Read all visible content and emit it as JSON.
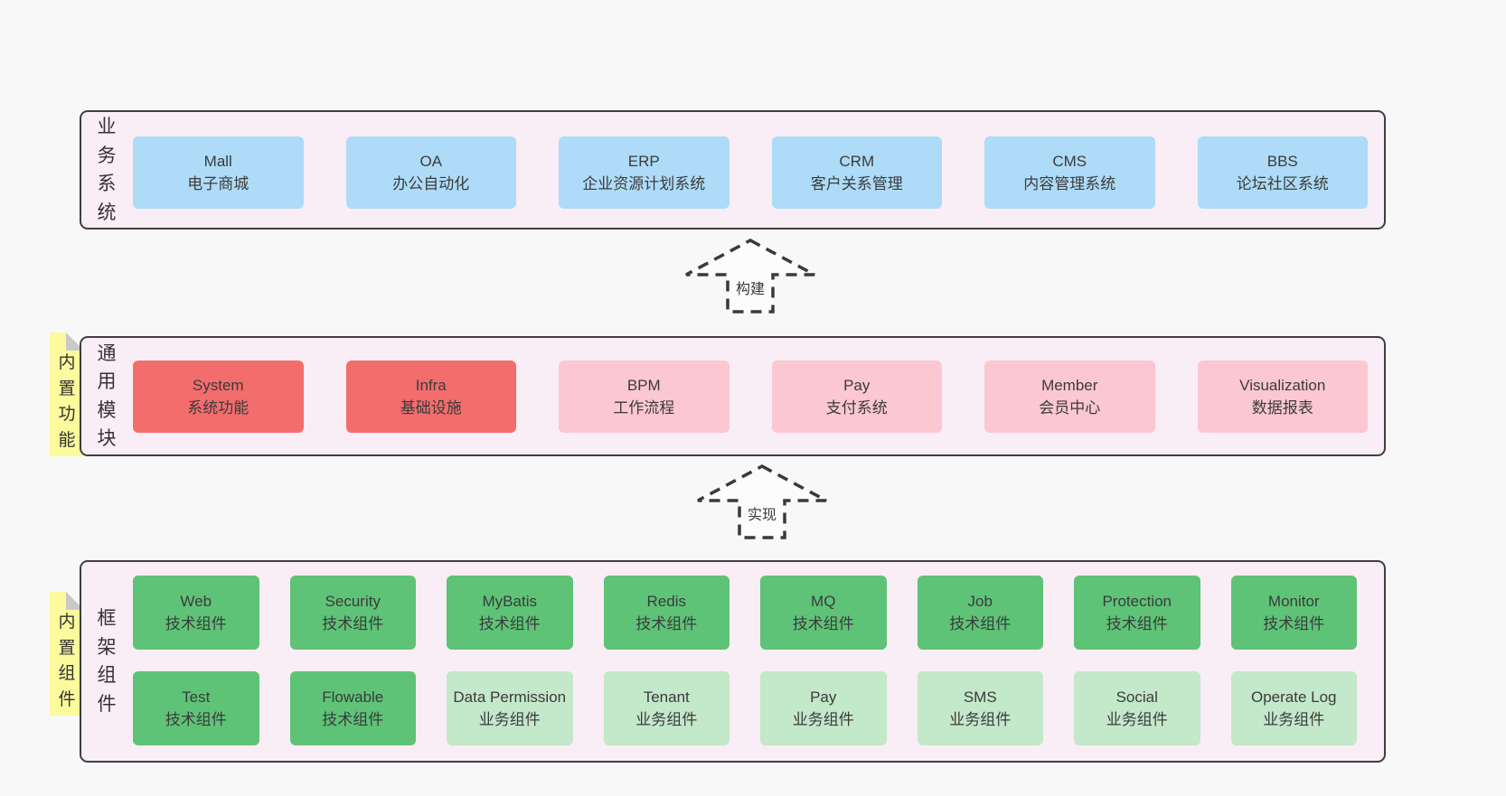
{
  "colors": {
    "page-bg": "#f8f8f8",
    "panel-bg": "#f9edf6",
    "panel-border": "#3f3f3f",
    "blue": "#aedbf7",
    "red": "#f36d6d",
    "pink": "#fbc7d1",
    "green": "#5ec377",
    "lightgreen": "#c3e8ca",
    "note-bg": "#fbfa9d",
    "note-fold": "#c9c9c9",
    "text": "#3b3b3b"
  },
  "layers": [
    {
      "label": "业务系统",
      "boxes": [
        {
          "en": "Mall",
          "zh": "电子商城"
        },
        {
          "en": "OA",
          "zh": "办公自动化"
        },
        {
          "en": "ERP",
          "zh": "企业资源计划系统"
        },
        {
          "en": "CRM",
          "zh": "客户关系管理"
        },
        {
          "en": "CMS",
          "zh": "内容管理系统"
        },
        {
          "en": "BBS",
          "zh": "论坛社区系统"
        }
      ]
    },
    {
      "label": "通用模块",
      "note": "内置功能",
      "boxes": [
        {
          "en": "System",
          "zh": "系统功能"
        },
        {
          "en": "Infra",
          "zh": "基础设施"
        },
        {
          "en": "BPM",
          "zh": "工作流程"
        },
        {
          "en": "Pay",
          "zh": "支付系统"
        },
        {
          "en": "Member",
          "zh": "会员中心"
        },
        {
          "en": "Visualization",
          "zh": "数据报表"
        }
      ]
    },
    {
      "label": "框架组件",
      "note": "内置组件",
      "rows": [
        [
          {
            "en": "Web",
            "zh": "技术组件"
          },
          {
            "en": "Security",
            "zh": "技术组件"
          },
          {
            "en": "MyBatis",
            "zh": "技术组件"
          },
          {
            "en": "Redis",
            "zh": "技术组件"
          },
          {
            "en": "MQ",
            "zh": "技术组件"
          },
          {
            "en": "Job",
            "zh": "技术组件"
          },
          {
            "en": "Protection",
            "zh": "技术组件"
          },
          {
            "en": "Monitor",
            "zh": "技术组件"
          }
        ],
        [
          {
            "en": "Test",
            "zh": "技术组件"
          },
          {
            "en": "Flowable",
            "zh": "技术组件"
          },
          {
            "en": "Data Permission",
            "zh": "业务组件"
          },
          {
            "en": "Tenant",
            "zh": "业务组件"
          },
          {
            "en": "Pay",
            "zh": "业务组件"
          },
          {
            "en": "SMS",
            "zh": "业务组件"
          },
          {
            "en": "Social",
            "zh": "业务组件"
          },
          {
            "en": "Operate Log",
            "zh": "业务组件"
          }
        ]
      ]
    }
  ],
  "arrows": [
    {
      "label": "构建"
    },
    {
      "label": "实现"
    }
  ]
}
